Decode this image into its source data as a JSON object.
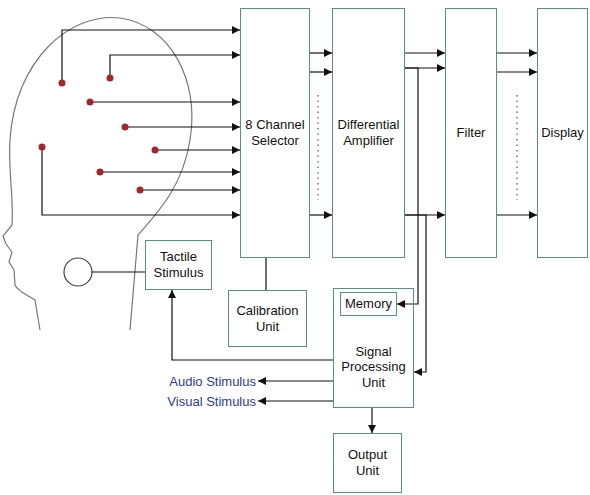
{
  "diagram": {
    "nodes": [
      {
        "text": [
          "8 Channel Selector"
        ]
      },
      {
        "text": [
          "Differential Amplifier"
        ]
      },
      {
        "text": [
          "Filter"
        ]
      },
      {
        "text": [
          "Display"
        ]
      },
      {
        "text": [
          "Tactile Stimulus"
        ]
      },
      {
        "text": [
          "Calibration Unit"
        ]
      },
      {
        "text": [
          "Signal Processing Unit"
        ]
      },
      {
        "text": [
          "Memory"
        ],
        "in": 6
      },
      {
        "text": [
          "Output Unit"
        ]
      }
    ],
    "edges": [
      {
        "from": 0,
        "to": 1,
        "arrow": "to"
      },
      {
        "from": 0,
        "to": 1,
        "arrow": "to"
      },
      {
        "from": 0,
        "to": 1,
        "arrow": "to"
      },
      {
        "from": 1,
        "to": 2,
        "arrow": "to"
      },
      {
        "from": 1,
        "to": 2,
        "arrow": "to"
      },
      {
        "from": 1,
        "to": 2,
        "arrow": "to"
      },
      {
        "from": 2,
        "to": 3,
        "arrow": "to"
      },
      {
        "from": 2,
        "to": 3,
        "arrow": "to"
      },
      {
        "from": 2,
        "to": 3,
        "arrow": "to"
      },
      {
        "from": 5,
        "to": 0,
        "arrow": "none"
      },
      {
        "from": 1,
        "to": 7,
        "arrow": "to"
      },
      {
        "from": 1,
        "to": 6,
        "arrow": "to"
      },
      {
        "from": 6,
        "to": 4,
        "arrow": "to"
      },
      {
        "from": 6,
        "to": 8,
        "arrow": "to"
      }
    ],
    "labels": [
      "Audio Stimulus",
      "Visual Stimulus"
    ]
  }
}
